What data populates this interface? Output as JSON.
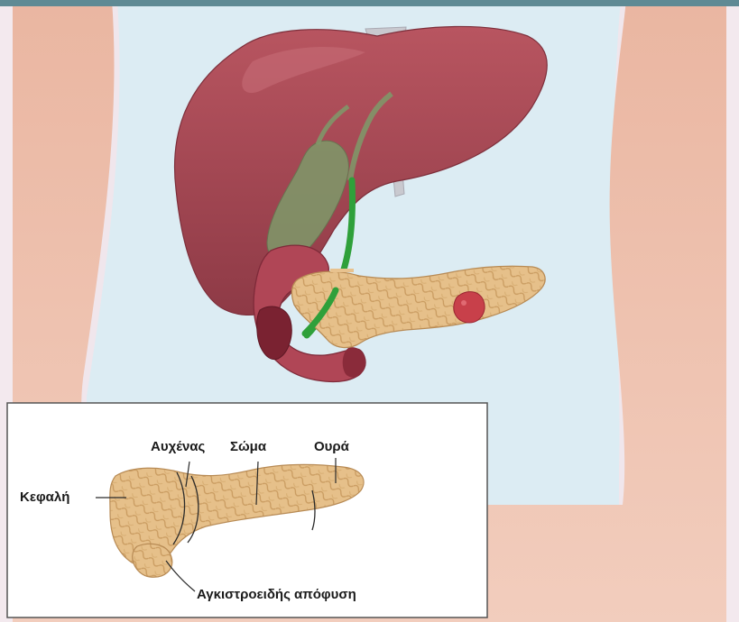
{
  "labels": {
    "head": "Κεφαλή",
    "neck": "Αυχένας",
    "body": "Σώμα",
    "tail": "Ουρά",
    "uncinate": "Αγκιστροειδής απόφυση"
  },
  "colors": {
    "frame": "#5f8a94",
    "background": "#d9eaf2",
    "skin": "#eec2ae",
    "liver": "#a94a55",
    "gallbladder": "#7e9a6a",
    "bile_duct": "#2fa03a",
    "pancreas": "#e8c28e",
    "duodenum": "#b04656",
    "tumor": "#c8404a",
    "inset_background": "#ffffff"
  }
}
